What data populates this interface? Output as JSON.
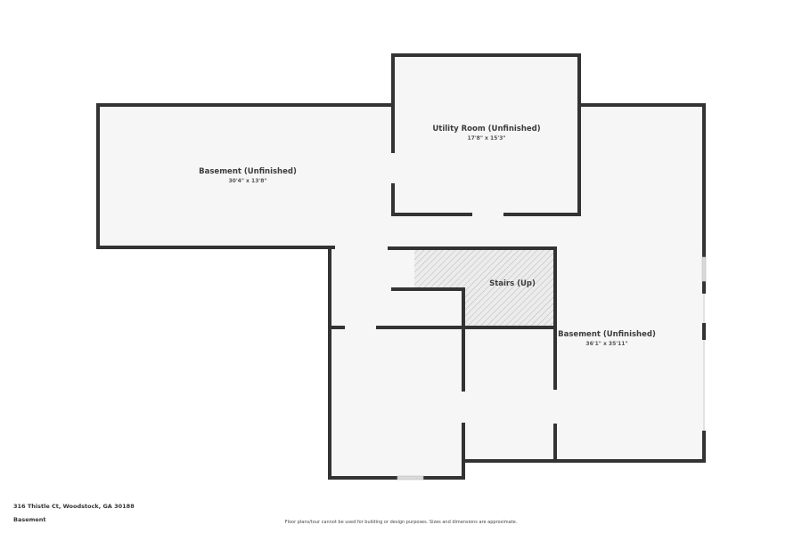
{
  "plan": {
    "rooms": [
      {
        "name": "Basement (Unfinished)",
        "dimensions": "30'4\" x 13'8\""
      },
      {
        "name": "Utility Room (Unfinished)",
        "dimensions": "17'8\" x 15'3\""
      },
      {
        "name": "Stairs (Up)",
        "dimensions": ""
      },
      {
        "name": "Basement (Unfinished)",
        "dimensions": "36'1\" x 35'11\""
      }
    ]
  },
  "footer": {
    "address": "316 Thistle Ct, Woodstock, GA 30188",
    "level": "Basement",
    "disclaimer": "Floor plans/tour cannot be used for building or design purposes. Sizes and dimensions are approximate."
  },
  "colors": {
    "wall": "#333333",
    "floor": "#f6f6f6",
    "background": "#ffffff",
    "text": "#3c3c3c"
  }
}
